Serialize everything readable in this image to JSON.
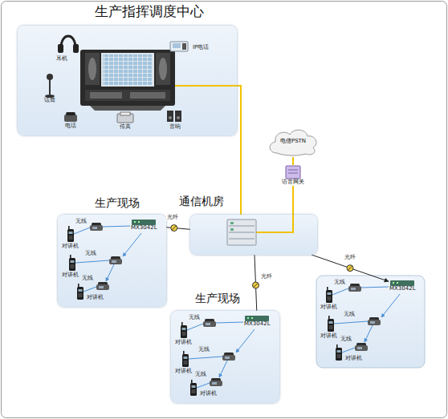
{
  "diagram": {
    "nodes": [
      {
        "text": [
          "生产指挥调度中心"
        ]
      },
      {
        "text": [
          "电信PSTN"
        ]
      },
      {
        "text": [
          "语音网关"
        ]
      },
      {
        "text": [
          "通信机房"
        ]
      },
      {
        "text": [
          "生产现场"
        ]
      },
      {
        "text": [
          "MX3042L"
        ],
        "in": 4
      },
      {
        "text": [
          "生产现场"
        ]
      },
      {
        "text": [
          "MX3042L"
        ],
        "in": 6
      },
      {
        "text": [
          "MX3042L"
        ]
      }
    ],
    "edges": [
      {
        "from": 0,
        "to": 3,
        "arrow": "none"
      },
      {
        "from": 3,
        "to": 2,
        "arrow": "none"
      },
      {
        "from": 2,
        "to": 1,
        "arrow": "none"
      },
      {
        "from": 3,
        "to": 5,
        "label": "光纤",
        "arrow": "none"
      },
      {
        "from": 3,
        "to": 7,
        "label": "光纤",
        "arrow": "to"
      },
      {
        "from": 3,
        "to": 8,
        "label": "光纤",
        "arrow": "to"
      }
    ],
    "labels": [
      "耳机",
      "话筒",
      "电话",
      "传真",
      "音响",
      "IP电话",
      "无线",
      "对讲机",
      "无线",
      "对讲机",
      "无线",
      "对讲机",
      "无线",
      "对讲机",
      "无线",
      "对讲机",
      "无线",
      "对讲机",
      "无线",
      "对讲机",
      "无线",
      "对讲机",
      "无线",
      "对讲机"
    ]
  }
}
